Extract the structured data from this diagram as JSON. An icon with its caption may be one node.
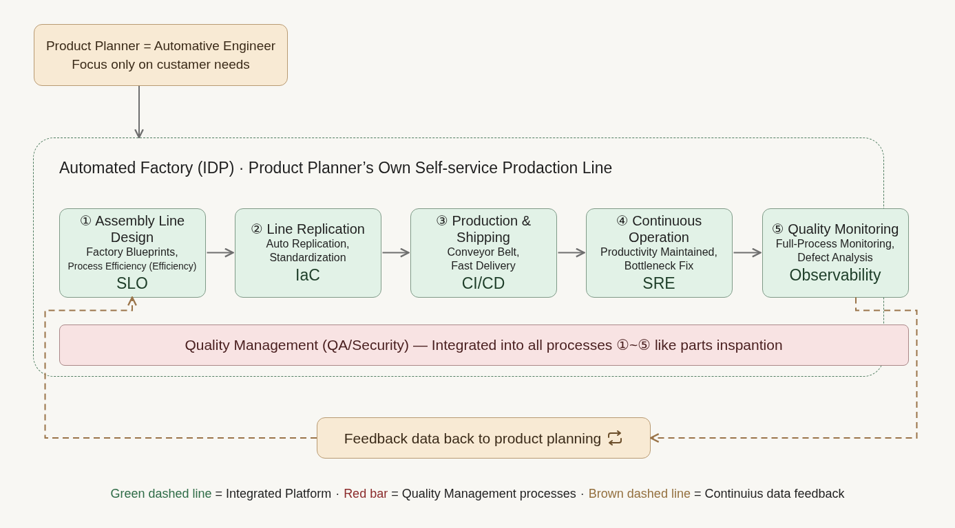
{
  "diagram": {
    "nodes": [
      {
        "text": [
          "Product Planner = Automative Engineer",
          "Focus only on custamer needs"
        ]
      },
      {
        "text": [
          "Automated Factory (IDP) · Product Planner’s Own Self-service Prodaction Line"
        ]
      },
      {
        "text": [
          "① Assembly Line Design",
          "Factory Blueprints,",
          "Process Efficiency (Efficiency)",
          "SLO"
        ],
        "in": 1
      },
      {
        "text": [
          "② Line Replication",
          "Auto Replication, Standardization",
          "IaC"
        ],
        "in": 1
      },
      {
        "text": [
          "③ Production & Shipping",
          "Conveyor Belt, Fast Delivery",
          "CI/CD"
        ],
        "in": 1
      },
      {
        "text": [
          "④ Continuous Operation",
          "Productivity Maintained, Bottleneck Fix",
          "SRE"
        ],
        "in": 1
      },
      {
        "text": [
          "⑤ Quality Monitoring",
          "Full-Process Monitoring, Defect Analysis",
          "Observability"
        ],
        "in": 1
      },
      {
        "text": [
          "Quality Management (QA/Security) — Integrated into all processes ①~⑤ like parts inspantion"
        ],
        "in": 1
      },
      {
        "text": [
          "Feedback data back to product planning"
        ]
      }
    ],
    "edges": [
      {
        "from": 0,
        "to": 1,
        "arrow": "to"
      },
      {
        "from": 2,
        "to": 3,
        "arrow": "to"
      },
      {
        "from": 3,
        "to": 4,
        "arrow": "to"
      },
      {
        "from": 4,
        "to": 5,
        "arrow": "to"
      },
      {
        "from": 5,
        "to": 6,
        "arrow": "to"
      },
      {
        "from": 6,
        "to": 8,
        "arrow": "to",
        "style": "dashed",
        "color": "#9a7449"
      },
      {
        "from": 8,
        "to": 2,
        "arrow": "to",
        "style": "dashed",
        "color": "#9a7449"
      }
    ],
    "labels": [
      "·",
      "·"
    ],
    "legend": [
      {
        "text": "Green dashed line = Integrated Platform",
        "color": "#2e6b46"
      },
      {
        "text": "Red bar = Quality Management processes",
        "color": "#8a2a2a"
      },
      {
        "text": "Brown dashed line = Continuius data feedback",
        "color": "#94703f"
      }
    ]
  }
}
